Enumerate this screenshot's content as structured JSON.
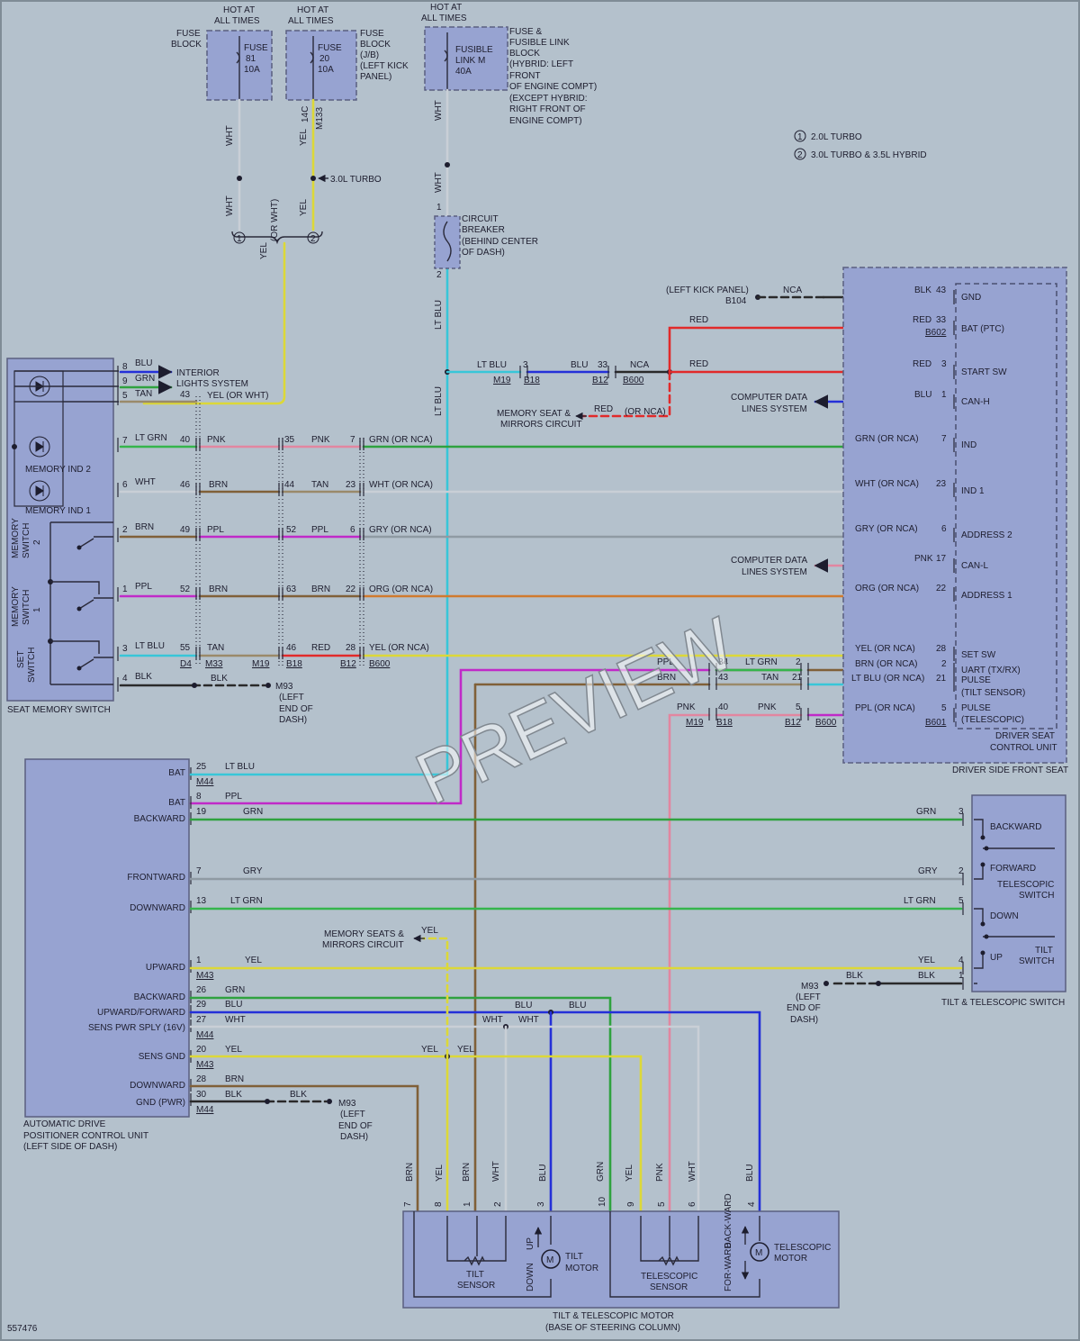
{
  "diagram_id": "557476",
  "watermark": "PREVIEW",
  "colors": {
    "blu": "#2430d8",
    "grn": "#2fa23f",
    "tan": "#9a8a6a",
    "ltgrn": "#35b54c",
    "pnk": "#e286a0",
    "wht": "#c9cfd6",
    "brn": "#806038",
    "ppl": "#c02ac8",
    "gry": "#8f9aa3",
    "org": "#d07a2e",
    "ltblu": "#38c6d8",
    "yel": "#dcd838",
    "blk": "#2a2a2a",
    "red": "#e12a2a"
  },
  "legend": [
    {
      "num": "1",
      "text": "2.0L TURBO"
    },
    {
      "num": "2",
      "text": "3.0L TURBO & 3.5L HYBRID"
    }
  ],
  "fuses": {
    "f81": {
      "hot": [
        "HOT AT",
        "ALL TIMES"
      ],
      "block": [
        "FUSE",
        "BLOCK"
      ],
      "label": [
        "FUSE",
        "81",
        "10A"
      ]
    },
    "f20": {
      "hot": [
        "HOT AT",
        "ALL TIMES"
      ],
      "block": [
        "FUSE",
        "BLOCK",
        "(J/B)",
        "(LEFT KICK",
        "PANEL)"
      ],
      "label": [
        "FUSE",
        "20",
        "10A"
      ]
    },
    "fm": {
      "hot": [
        "HOT AT",
        "ALL TIMES"
      ],
      "block": [
        "FUSE &",
        "FUSIBLE LINK",
        "BLOCK",
        "(HYBRID: LEFT",
        "FRONT",
        "OF ENGINE COMPT)",
        "(EXCEPT HYBRID:",
        "RIGHT FRONT OF",
        "ENGINE COMPT)"
      ],
      "label": [
        "FUSIBLE",
        "LINK M",
        "40A"
      ]
    }
  },
  "breaker": {
    "label": [
      "CIRCUIT",
      "BREAKER",
      "(BEHIND CENTER",
      "OF DASH)"
    ],
    "pins": [
      "1",
      "2"
    ]
  },
  "top_wires": {
    "wht": "WHT",
    "yel": "YEL",
    "c14": "14C",
    "m133": "M133",
    "turbo": "3.0L TURBO",
    "yel_or_wht": [
      "YEL",
      "(OR WHT)"
    ],
    "circ1": "1",
    "circ2": "2",
    "ltblu": "LT BLU"
  },
  "seat_switch": {
    "title": "SEAT MEMORY SWITCH",
    "memory_ind2": "MEMORY IND 2",
    "memory_ind1": "MEMORY IND 1",
    "memory_switch2": [
      "MEMORY",
      "SWITCH",
      "2"
    ],
    "memory_switch1": [
      "MEMORY",
      "SWITCH",
      "1"
    ],
    "set_switch": [
      "SET",
      "SWITCH"
    ],
    "interior": [
      "INTERIOR",
      "LIGHTS SYSTEM"
    ],
    "rows": [
      {
        "pin": "8",
        "color": "BLU"
      },
      {
        "pin": "9",
        "color": "GRN"
      },
      {
        "pin": "5",
        "color": "TAN"
      },
      {
        "pin": "7",
        "color": "LT GRN"
      },
      {
        "pin": "6",
        "color": "WHT"
      },
      {
        "pin": "2",
        "color": "BRN"
      },
      {
        "pin": "1",
        "color": "PPL"
      },
      {
        "pin": "3",
        "color": "LT BLU"
      },
      {
        "pin": "4",
        "color": "BLK"
      }
    ]
  },
  "mid_wires": {
    "p43": "43",
    "yel_or_wht": "YEL (OR WHT)",
    "r40": [
      "40",
      "PNK",
      "35",
      "PNK",
      "7",
      "GRN (OR NCA)"
    ],
    "r46": [
      "46",
      "BRN",
      "44",
      "TAN",
      "23",
      "WHT (OR NCA)"
    ],
    "r49": [
      "49",
      "PPL",
      "52",
      "PPL",
      "6",
      "GRY (OR NCA)"
    ],
    "r52": [
      "52",
      "BRN",
      "63",
      "BRN",
      "22",
      "ORG (OR NCA)"
    ],
    "r55": [
      "55",
      "TAN",
      "46",
      "RED",
      "28",
      "YEL (OR NCA)"
    ],
    "conns": [
      "D4",
      "M33",
      "M19",
      "B18",
      "B12",
      "B600"
    ],
    "blk": "BLK",
    "m93": [
      "M93",
      "(LEFT",
      "END OF",
      "DASH)"
    ],
    "ltblu_row": [
      "LT BLU",
      "3",
      "BLU",
      "33",
      "NCA"
    ],
    "ltblu_conns": [
      "M19",
      "B18",
      "B12",
      "B600"
    ],
    "red": "RED",
    "red_or_nca": [
      "RED",
      "(OR NCA)"
    ],
    "memory_seat": [
      "MEMORY SEAT &",
      "MIRRORS CIRCUIT"
    ],
    "computer_data": [
      "COMPUTER DATA",
      "LINES SYSTEM"
    ],
    "left_kick": "(LEFT KICK PANEL)",
    "b104": "B104",
    "nca": "NCA",
    "r34": [
      "PPL",
      "34",
      "LT GRN",
      "2"
    ],
    "r43": [
      "BRN",
      "43",
      "TAN",
      "21"
    ],
    "r40b": [
      "PNK",
      "40",
      "PNK",
      "5"
    ],
    "r40b_conns": [
      "M19",
      "B18",
      "B12",
      "B600"
    ]
  },
  "dscu": {
    "title": [
      "DRIVER SEAT",
      "CONTROL UNIT"
    ],
    "outer": "DRIVER SIDE FRONT SEAT",
    "b601": "B601",
    "b602": "B602",
    "pins": [
      {
        "wire": "BLK",
        "pin": "43",
        "label": "GND"
      },
      {
        "wire": "RED",
        "pin": "33",
        "label": "BAT (PTC)"
      },
      {
        "wire": "RED",
        "pin": "3",
        "label": "START SW"
      },
      {
        "wire": "BLU",
        "pin": "1",
        "label": "CAN-H"
      },
      {
        "wire": "GRN (OR NCA)",
        "pin": "7",
        "label": "IND"
      },
      {
        "wire": "WHT (OR NCA)",
        "pin": "23",
        "label": "IND 1"
      },
      {
        "wire": "GRY (OR NCA)",
        "pin": "6",
        "label": "ADDRESS 2"
      },
      {
        "wire": "PNK",
        "pin": "17",
        "label": "CAN-L"
      },
      {
        "wire": "ORG (OR NCA)",
        "pin": "22",
        "label": "ADDRESS 1"
      },
      {
        "wire": "YEL (OR NCA)",
        "pin": "28",
        "label": "SET SW"
      },
      {
        "wire": "BRN (OR NCA)",
        "pin": "2",
        "label": "UART (TX/RX)"
      },
      {
        "wire": "LT BLU (OR NCA)",
        "pin": "21",
        "label": "PULSE"
      },
      {
        "wire": "PPL (OR NCA)",
        "pin": "5",
        "label": "PULSE"
      }
    ],
    "tilt_sensor": "(TILT SENSOR)",
    "telescopic": "(TELESCOPIC)"
  },
  "adpcu": {
    "title": [
      "AUTOMATIC DRIVE",
      "POSITIONER CONTROL UNIT",
      "(LEFT SIDE OF DASH)"
    ],
    "pins": [
      {
        "label": "BAT",
        "pin": "25",
        "wire": "LT BLU"
      },
      {
        "label": "BAT",
        "pin": "8",
        "wire": "PPL"
      },
      {
        "label": "BACKWARD",
        "pin": "19",
        "wire": "GRN"
      },
      {
        "label": "FRONTWARD",
        "pin": "7",
        "wire": "GRY"
      },
      {
        "label": "DOWNWARD",
        "pin": "13",
        "wire": "LT GRN"
      },
      {
        "label": "UPWARD",
        "pin": "1",
        "wire": "YEL"
      },
      {
        "label": "BACKWARD",
        "pin": "26",
        "wire": "GRN"
      },
      {
        "label": "UPWARD/FORWARD",
        "pin": "29",
        "wire": "BLU"
      },
      {
        "label": "SENS PWR SPLY (16V)",
        "pin": "27",
        "wire": "WHT"
      },
      {
        "label": "SENS GND",
        "pin": "20",
        "wire": "YEL"
      },
      {
        "label": "DOWNWARD",
        "pin": "28",
        "wire": "BRN"
      },
      {
        "label": "GND (PWR)",
        "pin": "30",
        "wire": "BLK"
      }
    ],
    "conns": [
      "M44",
      "M43",
      "M44",
      "M43",
      "M44"
    ],
    "memory_seats": [
      "MEMORY SEATS &",
      "MIRRORS CIRCUIT"
    ],
    "yel": "YEL",
    "mid_labels": [
      "BLU",
      "BLU",
      "WHT",
      "WHT",
      "YEL",
      "YEL",
      "BLK"
    ],
    "m93": [
      "M93",
      "(LEFT",
      "END OF",
      "DASH)"
    ]
  },
  "tts": {
    "title": "TILT & TELESCOPIC SWITCH",
    "pins": [
      {
        "wire": "GRN",
        "pin": "3",
        "label": "BACKWARD"
      },
      {
        "wire": "GRY",
        "pin": "2",
        "label": "FORWARD"
      },
      {
        "wire": "LT GRN",
        "pin": "5",
        "label": "DOWN"
      },
      {
        "wire": "YEL",
        "pin": "4",
        "label": "UP"
      },
      {
        "wire": "BLK",
        "pin": "1",
        "label": ""
      }
    ],
    "telescopic_switch": [
      "TELESCOPIC",
      "SWITCH"
    ],
    "tilt_switch": [
      "TILT",
      "SWITCH"
    ],
    "blk": "BLK",
    "m93": [
      "M93",
      "(LEFT",
      "END OF",
      "DASH)"
    ]
  },
  "motor": {
    "title": [
      "TILT & TELESCOPIC MOTOR",
      "(BASE OF STEERING COLUMN)"
    ],
    "pins": [
      {
        "wire": "BRN",
        "pin": "7"
      },
      {
        "wire": "YEL",
        "pin": "8"
      },
      {
        "wire": "BRN",
        "pin": "1"
      },
      {
        "wire": "WHT",
        "pin": "2"
      },
      {
        "wire": "BLU",
        "pin": "3"
      },
      {
        "wire": "GRN",
        "pin": "10"
      },
      {
        "wire": "YEL",
        "pin": "9"
      },
      {
        "wire": "PNK",
        "pin": "5"
      },
      {
        "wire": "WHT",
        "pin": "6"
      },
      {
        "wire": "BLU",
        "pin": "4"
      }
    ],
    "tilt_sensor": [
      "TILT",
      "SENSOR"
    ],
    "tele_sensor": [
      "TELESCOPIC",
      "SENSOR"
    ],
    "tilt_motor": [
      "TILT",
      "MOTOR"
    ],
    "tele_motor": [
      "TELESCOPIC",
      "MOTOR"
    ],
    "up": "UP",
    "down": "DOWN",
    "backward": "BACK-WARD",
    "forward": "FOR-WARD",
    "m": "M"
  }
}
